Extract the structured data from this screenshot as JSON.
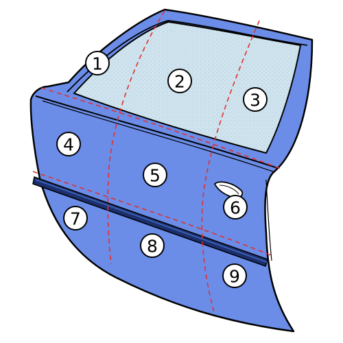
{
  "diagram": {
    "colors": {
      "door_fill": "#6b8de8",
      "outline": "#000000",
      "glass_fill": "#cfe4ee",
      "glass_speckle": "#9fb8c8",
      "section_lines": "#e03030",
      "side_molding": "#1c2f6e",
      "side_molding_highlight": "#3a5fb0",
      "handle_fill": "#ffffff",
      "label_circle_fill": "#ffffff"
    },
    "zones": [
      {
        "label": "1"
      },
      {
        "label": "2"
      },
      {
        "label": "3"
      },
      {
        "label": "4"
      },
      {
        "label": "5"
      },
      {
        "label": "6"
      },
      {
        "label": "7"
      },
      {
        "label": "8"
      },
      {
        "label": "9"
      }
    ]
  }
}
